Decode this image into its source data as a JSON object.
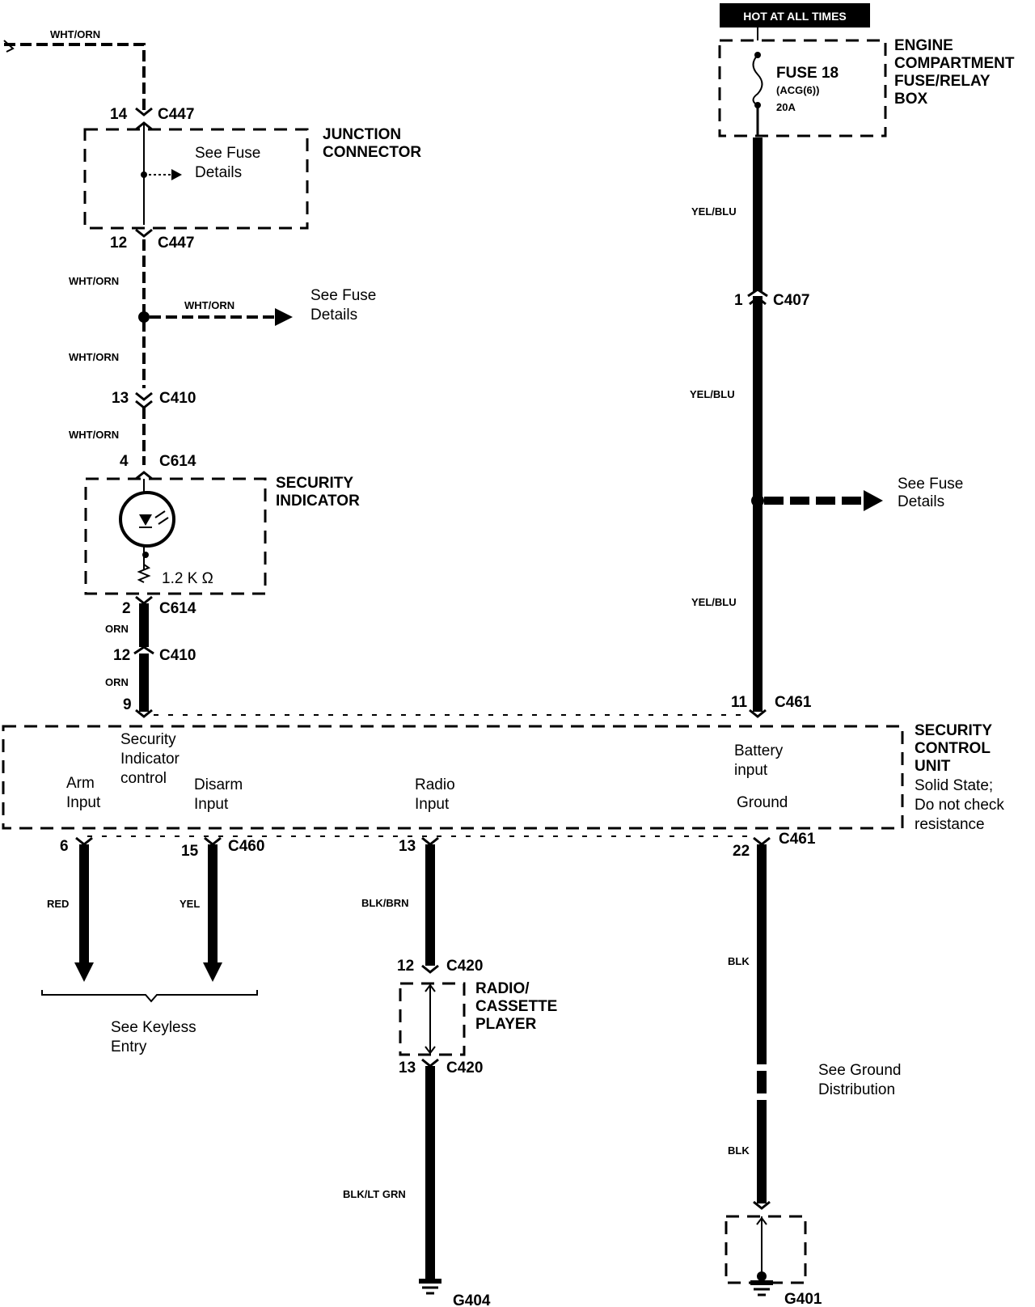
{
  "power": {
    "hot_label": "HOT AT ALL TIMES",
    "fuse_box": [
      "ENGINE",
      "COMPARTMENT",
      "FUSE/RELAY",
      "BOX"
    ],
    "fuse_name": "FUSE 18",
    "fuse_circuit": "(ACG(6))",
    "fuse_rating": "20A"
  },
  "left_branch": {
    "wire_top": "WHT/ORN",
    "c447_top_pin": "14",
    "c447_top": "C447",
    "junction": [
      "JUNCTION",
      "CONNECTOR"
    ],
    "see_fuse_1": [
      "See Fuse",
      "Details"
    ],
    "c447_bot_pin": "12",
    "c447_bot": "C447",
    "wire_1": "WHT/ORN",
    "splice_wire": "WHT/ORN",
    "see_fuse_2": [
      "See Fuse",
      "Details"
    ],
    "wire_2": "WHT/ORN",
    "c410_top_pin": "13",
    "c410_top": "C410",
    "wire_3": "WHT/ORN",
    "c614_top_pin": "4",
    "c614_top": "C614",
    "security_indicator": [
      "SECURITY",
      "INDICATOR"
    ],
    "resistor": "1.2 K Ω",
    "c614_bot_pin": "2",
    "c614_bot": "C614",
    "wire_4": "ORN",
    "c410_bot_pin": "12",
    "c410_bot": "C410",
    "wire_5": "ORN",
    "scu_pin_9": "9"
  },
  "right_branch": {
    "wire_1": "YEL/BLU",
    "c407_pin": "1",
    "c407": "C407",
    "wire_2": "YEL/BLU",
    "see_fuse": [
      "See Fuse",
      "Details"
    ],
    "wire_3": "YEL/BLU",
    "c461_top_pin": "11",
    "c461_top": "C461"
  },
  "scu": {
    "title": [
      "SECURITY",
      "CONTROL",
      "UNIT"
    ],
    "note": [
      "Solid State;",
      "Do not check",
      "resistance"
    ],
    "security_indicator_control": [
      "Security",
      "Indicator",
      "control"
    ],
    "arm_input": [
      "Arm",
      "Input"
    ],
    "disarm_input": [
      "Disarm",
      "Input"
    ],
    "radio_input": [
      "Radio",
      "Input"
    ],
    "battery_input": [
      "Battery",
      "input"
    ],
    "ground": "Ground"
  },
  "bottom": {
    "pin_6": "6",
    "pin_15": "15",
    "c460": "C460",
    "wire_red": "RED",
    "wire_yel": "YEL",
    "see_keyless": [
      "See Keyless",
      "Entry"
    ],
    "pin_13": "13",
    "wire_blk_brn": "BLK/BRN",
    "c420_top_pin": "12",
    "c420_top": "C420",
    "radio": [
      "RADIO/",
      "CASSETTE",
      "PLAYER"
    ],
    "c420_bot_pin": "13",
    "c420_bot": "C420",
    "wire_blk_ltgrn": "BLK/LT GRN",
    "g404": "G404",
    "pin_22": "22",
    "c461_bot": "C461",
    "wire_blk_1": "BLK",
    "see_ground": [
      "See Ground",
      "Distribution"
    ],
    "wire_blk_2": "BLK",
    "g401": "G401"
  }
}
